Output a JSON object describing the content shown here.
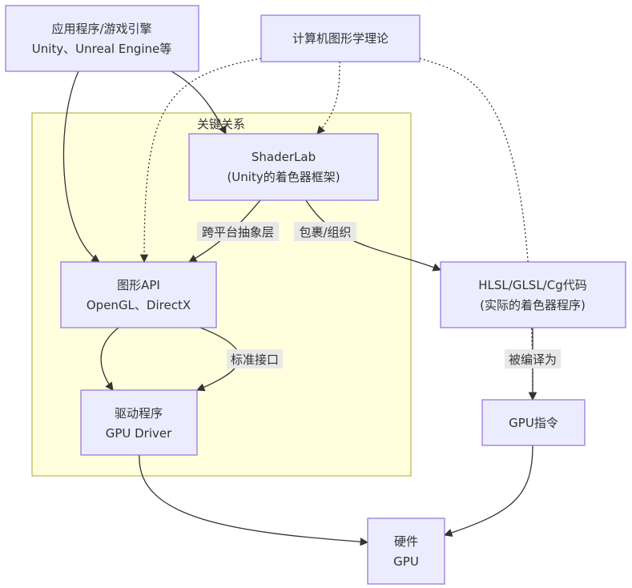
{
  "cluster": {
    "title": "关键关系"
  },
  "nodes": {
    "app": {
      "line1": "应用程序/游戏引擎",
      "line2": "Unity、Unreal Engine等"
    },
    "theory": {
      "line1": "计算机图形学理论"
    },
    "shaderlab": {
      "line1": "ShaderLab",
      "line2": "(Unity的着色器框架)"
    },
    "api": {
      "line1": "图形API",
      "line2": "OpenGL、DirectX"
    },
    "driver": {
      "line1": "驱动程序",
      "line2": "GPU Driver"
    },
    "hlsl": {
      "line1": "HLSL/GLSL/Cg代码",
      "line2": "(实际的着色器程序)"
    },
    "gpucmd": {
      "line1": "GPU指令"
    },
    "hardware": {
      "line1": "硬件",
      "line2": "GPU"
    }
  },
  "edge_labels": {
    "cross_platform": "跨平台抽象层",
    "wrap": "包裹/组织",
    "std_interface": "标准接口",
    "compiled": "被编译为"
  },
  "colors": {
    "node_fill": "#ECECFF",
    "node_stroke": "#9370DB",
    "cluster_fill": "#ffffde",
    "cluster_stroke": "#aaaa33",
    "edge": "#333333",
    "label_bg": "#e8e8e8"
  }
}
